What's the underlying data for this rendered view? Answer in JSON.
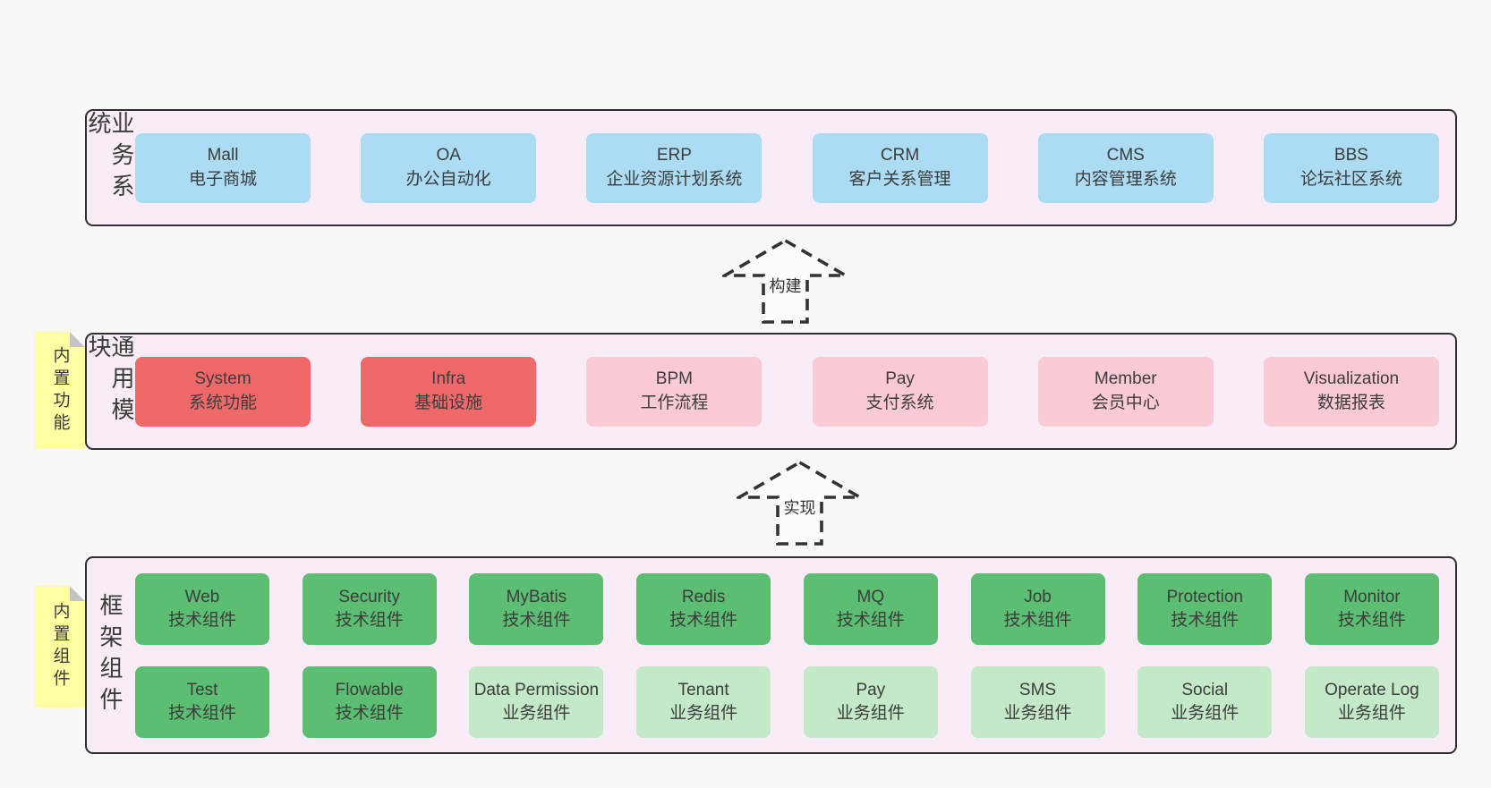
{
  "colors": {
    "page_bg": "#f8f8f8",
    "panel_bg": "#f8edf7",
    "panel_border": "#2f2f2f",
    "blue": "#abdcf4",
    "red": "#f0696a",
    "pink": "#fbcad4",
    "green": "#5cbe72",
    "lightgreen": "#c3e9c8",
    "sticky_yellow": "#feffa3",
    "text": "#3a3a3a"
  },
  "arrows": [
    {
      "label": "构建"
    },
    {
      "label": "实现"
    }
  ],
  "sections": {
    "business": {
      "label": "业务系统",
      "items": [
        {
          "title": "Mall",
          "subtitle": "电子商城",
          "variant": "blue"
        },
        {
          "title": "OA",
          "subtitle": "办公自动化",
          "variant": "blue"
        },
        {
          "title": "ERP",
          "subtitle": "企业资源计划系统",
          "variant": "blue"
        },
        {
          "title": "CRM",
          "subtitle": "客户关系管理",
          "variant": "blue"
        },
        {
          "title": "CMS",
          "subtitle": "内容管理系统",
          "variant": "blue"
        },
        {
          "title": "BBS",
          "subtitle": "论坛社区系统",
          "variant": "blue"
        }
      ]
    },
    "modules": {
      "label": "通用模块",
      "sticky": "内置功能",
      "items": [
        {
          "title": "System",
          "subtitle": "系统功能",
          "variant": "red"
        },
        {
          "title": "Infra",
          "subtitle": "基础设施",
          "variant": "red"
        },
        {
          "title": "BPM",
          "subtitle": "工作流程",
          "variant": "pink"
        },
        {
          "title": "Pay",
          "subtitle": "支付系统",
          "variant": "pink"
        },
        {
          "title": "Member",
          "subtitle": "会员中心",
          "variant": "pink"
        },
        {
          "title": "Visualization",
          "subtitle": "数据报表",
          "variant": "pink"
        }
      ]
    },
    "components": {
      "label": "框架组件",
      "sticky": "内置组件",
      "row1": [
        {
          "title": "Web",
          "subtitle": "技术组件",
          "variant": "green"
        },
        {
          "title": "Security",
          "subtitle": "技术组件",
          "variant": "green"
        },
        {
          "title": "MyBatis",
          "subtitle": "技术组件",
          "variant": "green"
        },
        {
          "title": "Redis",
          "subtitle": "技术组件",
          "variant": "green"
        },
        {
          "title": "MQ",
          "subtitle": "技术组件",
          "variant": "green"
        },
        {
          "title": "Job",
          "subtitle": "技术组件",
          "variant": "green"
        },
        {
          "title": "Protection",
          "subtitle": "技术组件",
          "variant": "green"
        },
        {
          "title": "Monitor",
          "subtitle": "技术组件",
          "variant": "green"
        }
      ],
      "row2": [
        {
          "title": "Test",
          "subtitle": "技术组件",
          "variant": "green"
        },
        {
          "title": "Flowable",
          "subtitle": "技术组件",
          "variant": "green"
        },
        {
          "title": "Data Permission",
          "subtitle": "业务组件",
          "variant": "lightgreen"
        },
        {
          "title": "Tenant",
          "subtitle": "业务组件",
          "variant": "lightgreen"
        },
        {
          "title": "Pay",
          "subtitle": "业务组件",
          "variant": "lightgreen"
        },
        {
          "title": "SMS",
          "subtitle": "业务组件",
          "variant": "lightgreen"
        },
        {
          "title": "Social",
          "subtitle": "业务组件",
          "variant": "lightgreen"
        },
        {
          "title": "Operate Log",
          "subtitle": "业务组件",
          "variant": "lightgreen"
        }
      ]
    }
  }
}
